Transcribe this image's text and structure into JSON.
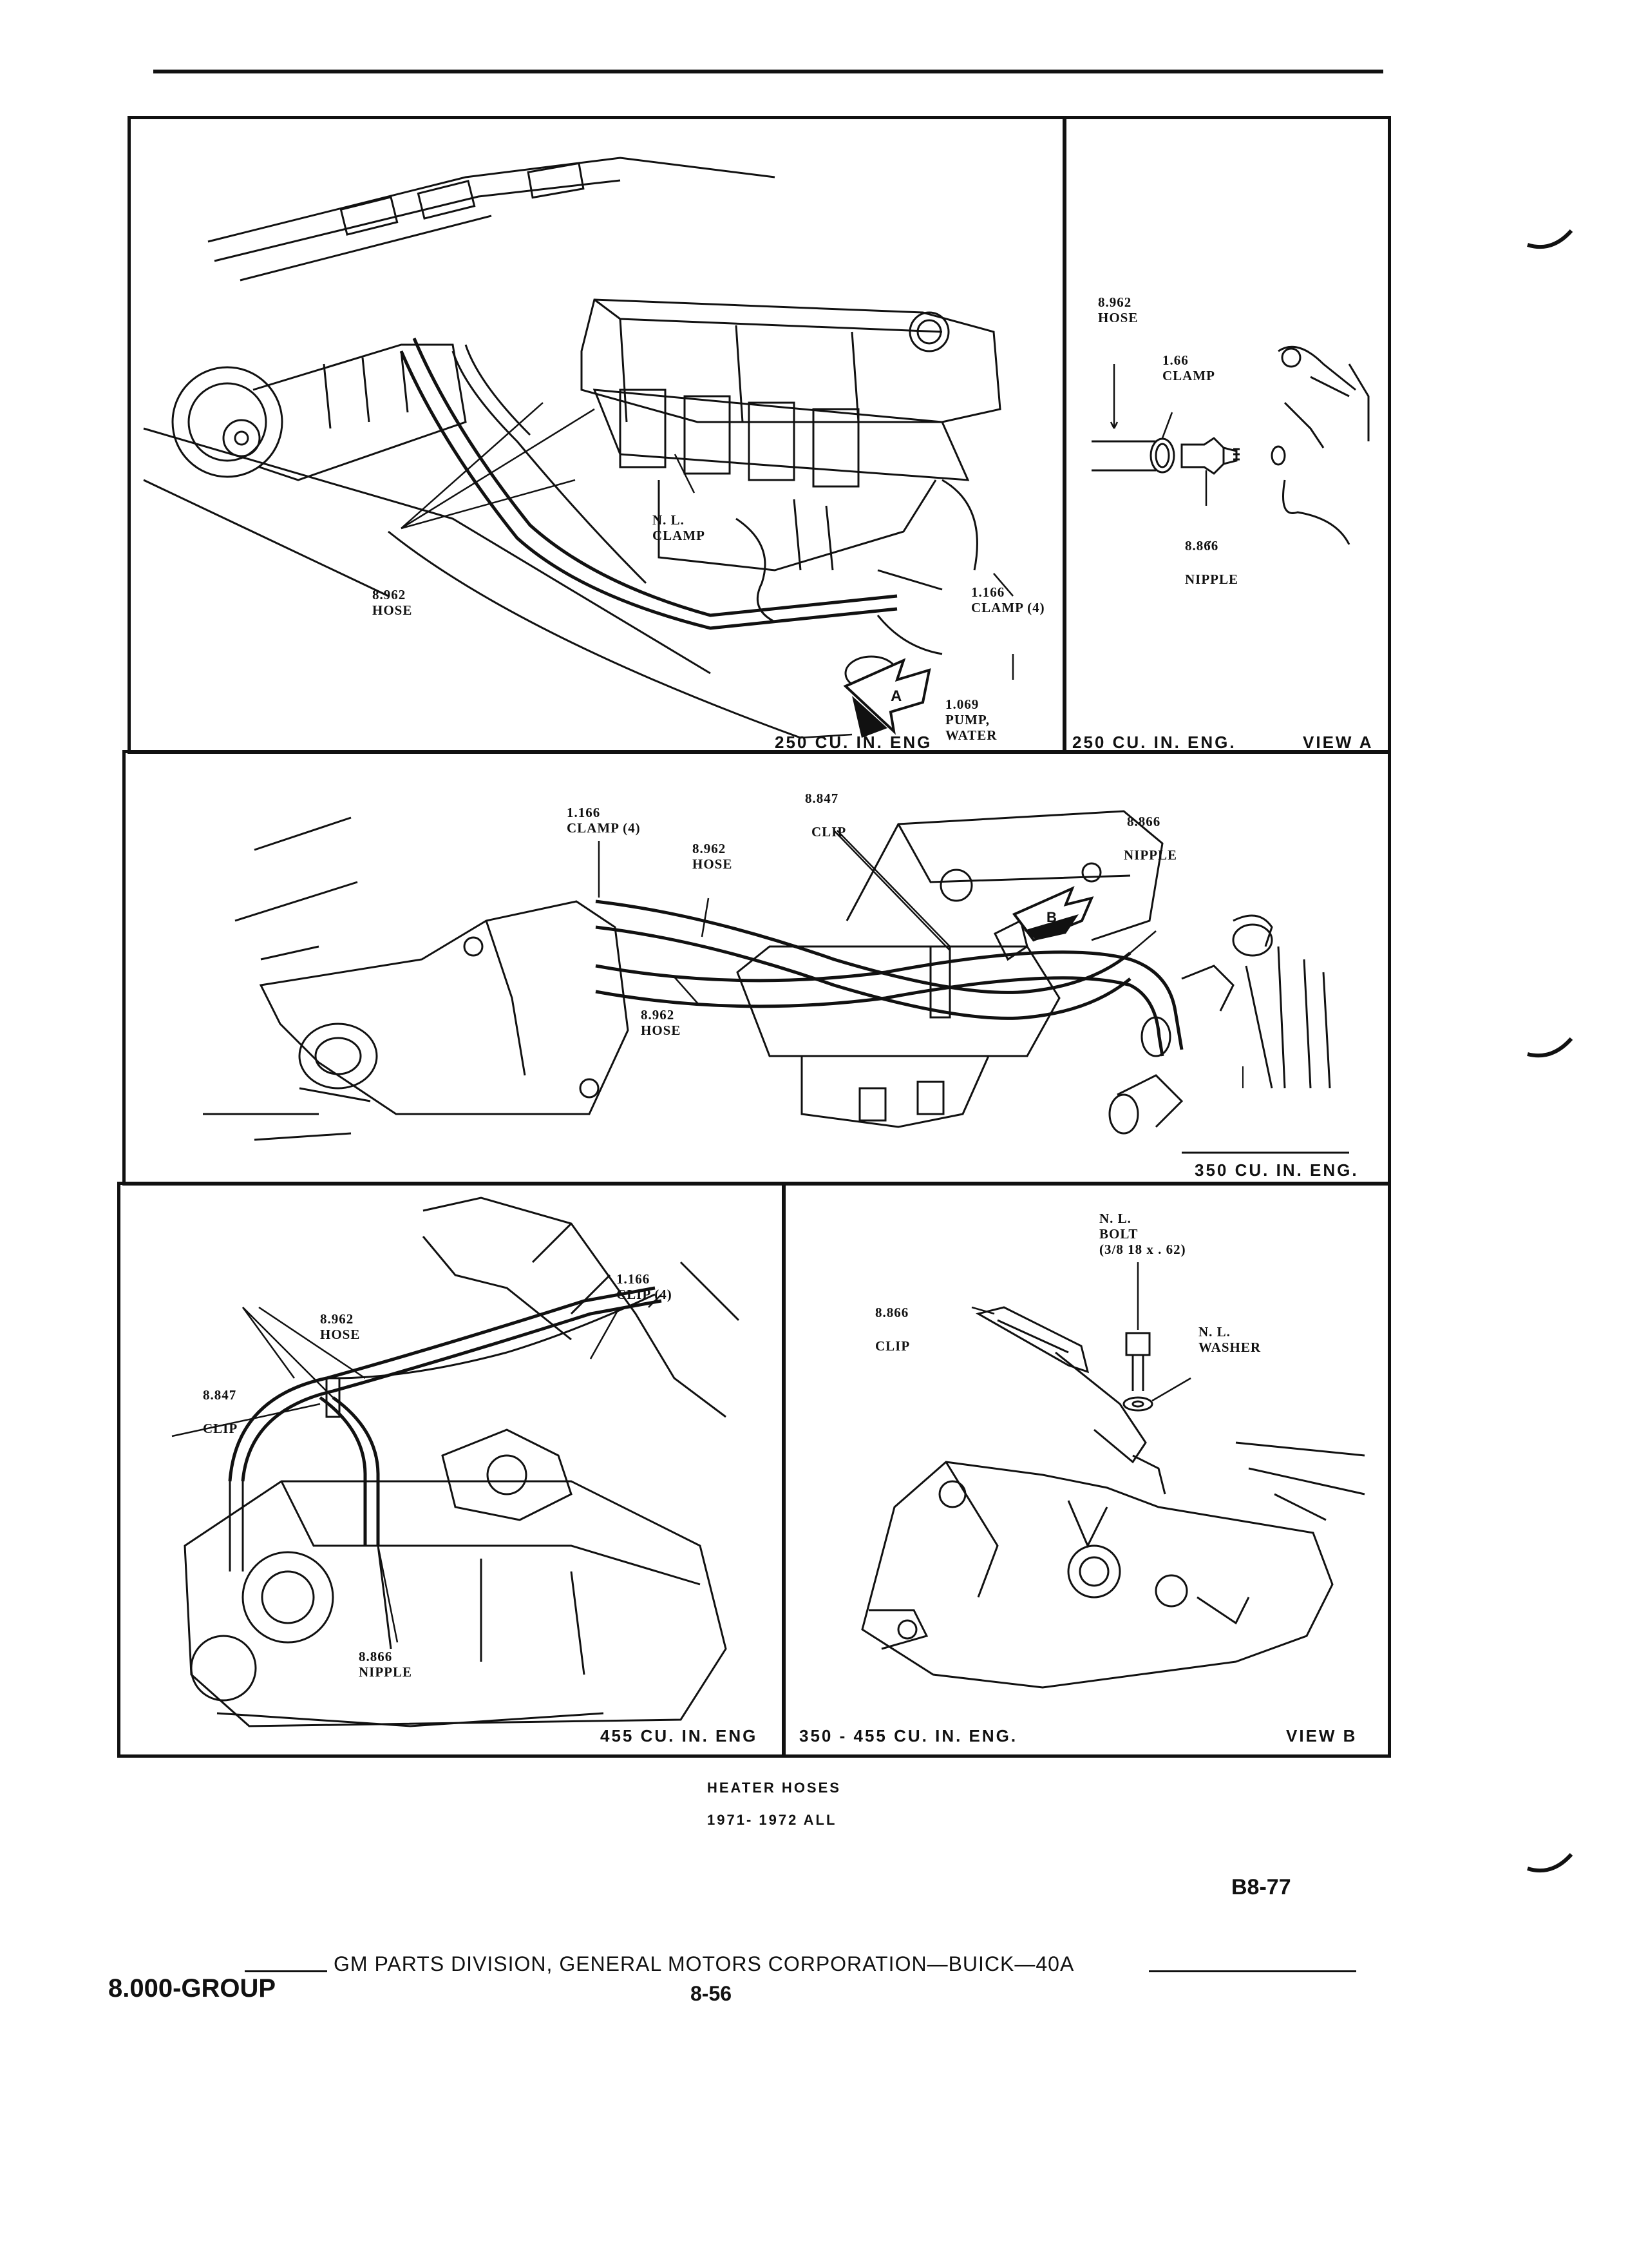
{
  "panels": {
    "p250": {
      "caption": "250 CU. IN. ENG",
      "labels": {
        "nl_clamp": "N. L.\nCLAMP",
        "hose": "8.962\nHOSE",
        "clamp4": "1.166\nCLAMP (4)",
        "pump": "1.069\nPUMP,\nWATER",
        "view_a_marker": "A"
      }
    },
    "view_a": {
      "caption_left": "250 CU. IN. ENG.",
      "caption_right": "VIEW A",
      "labels": {
        "hose": "8.962\nHOSE",
        "clamp": "1.66\nCLAMP",
        "nipple_num": "8.866",
        "nipple": "NIPPLE"
      }
    },
    "p350": {
      "caption": "350 CU. IN. ENG.",
      "labels": {
        "clamp4": "1.166\nCLAMP (4)",
        "hose_top": "8.962\nHOSE",
        "clip_num": "8.847",
        "clip": "CLIP",
        "nipple_num": "8.866",
        "nipple": "NIPPLE",
        "hose_bottom": "8.962\nHOSE",
        "view_b_marker": "B"
      }
    },
    "p455": {
      "caption": "455 CU. IN. ENG",
      "labels": {
        "clip4": "1.166\nCLIP (4)",
        "hose": "8.962\nHOSE",
        "clip_num": "8.847",
        "clip": "CLIP",
        "nipple": "8.866\nNIPPLE"
      }
    },
    "view_b": {
      "caption_left": "350 - 455 CU. IN. ENG.",
      "caption_right": "VIEW B",
      "labels": {
        "bolt": "N. L.\nBOLT\n(3/8 18 x . 62)",
        "clip_num": "8.866",
        "clip": "CLIP",
        "washer": "N. L.\nWASHER"
      }
    }
  },
  "figure_title": "HEATER HOSES",
  "figure_years": "1971- 1972 ALL",
  "figure_number": "B8-77",
  "footer": {
    "group": "8.000-GROUP",
    "publisher": "GM PARTS DIVISION, GENERAL MOTORS CORPORATION—BUICK—40A",
    "page": "8-56"
  }
}
